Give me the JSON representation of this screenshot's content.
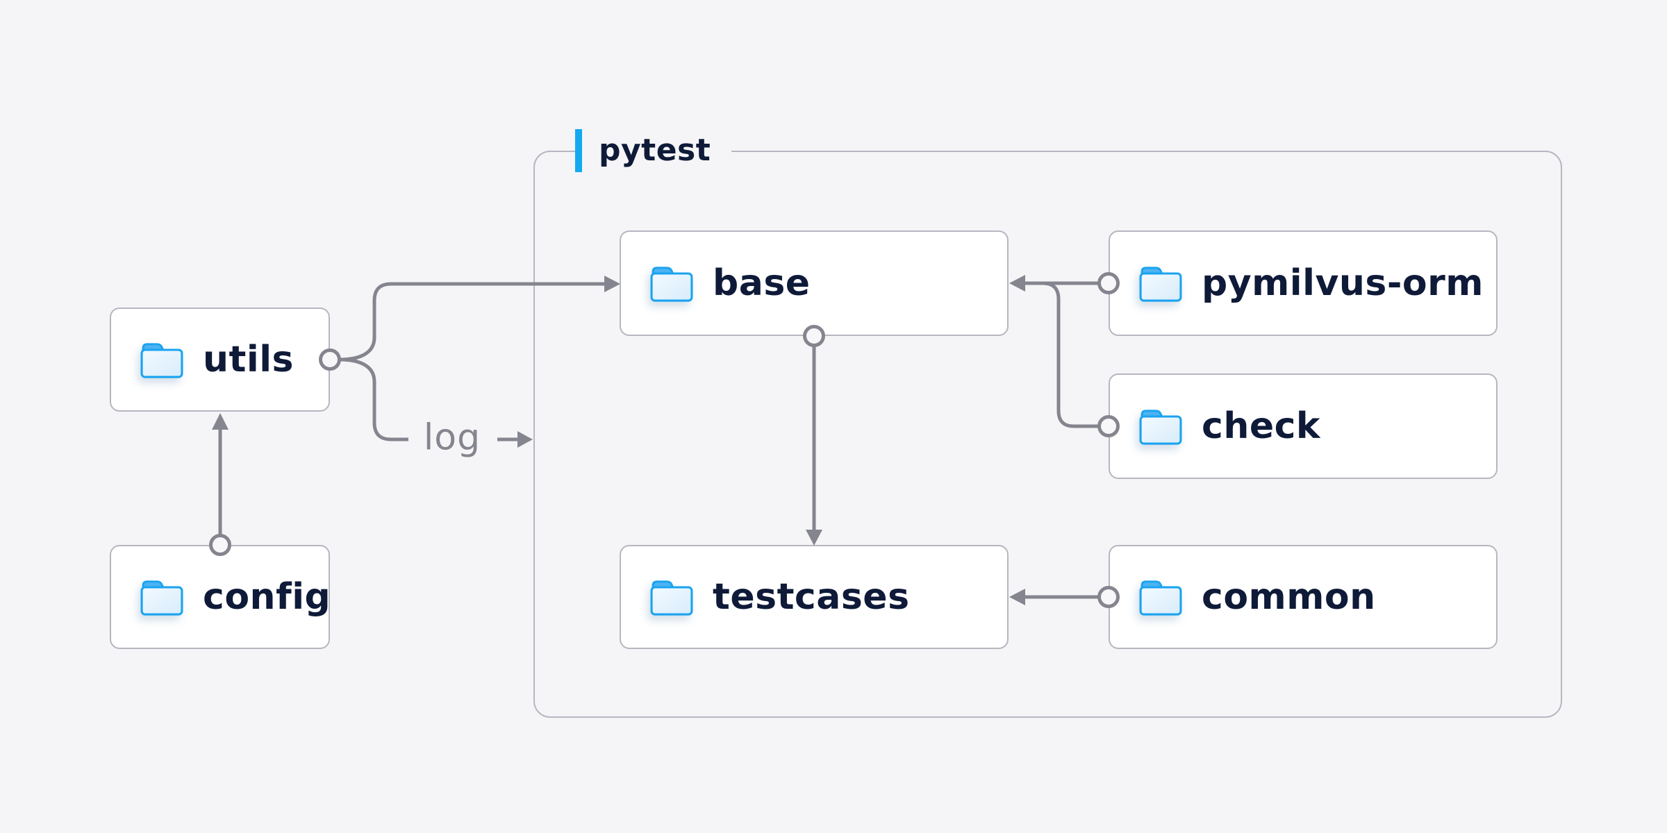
{
  "container": {
    "label": "pytest"
  },
  "nodes": {
    "utils": {
      "label": "utils",
      "icon": "folder-icon"
    },
    "config": {
      "label": "config",
      "icon": "folder-icon"
    },
    "base": {
      "label": "base",
      "icon": "folder-icon"
    },
    "pymilvus_orm": {
      "label": "pymilvus-orm",
      "icon": "folder-icon"
    },
    "check": {
      "label": "check",
      "icon": "folder-icon"
    },
    "testcases": {
      "label": "testcases",
      "icon": "folder-icon"
    },
    "common": {
      "label": "common",
      "icon": "folder-icon"
    }
  },
  "edges": [
    {
      "from": "utils",
      "to": "base"
    },
    {
      "from": "utils",
      "to": "pytest-container",
      "label": "log"
    },
    {
      "from": "config",
      "to": "utils"
    },
    {
      "from": "base",
      "to": "testcases"
    },
    {
      "from": "pymilvus-orm",
      "to": "base"
    },
    {
      "from": "check",
      "to": "base"
    },
    {
      "from": "common",
      "to": "testcases"
    }
  ],
  "edge_labels": {
    "log": "log"
  },
  "colors": {
    "background": "#f5f5f7",
    "node_bg": "#ffffff",
    "node_border": "#b6b6c1",
    "container_border": "#b6b6c1",
    "edge": "#85858f",
    "edge_label": "#85858f",
    "text": "#0e1a38",
    "accent_bar": "#14a9f1",
    "port_fill": "#f7f7f9",
    "folder_stroke": "#1aa3ef",
    "folder_tab": "#4cb3f3",
    "folder_body_light": "#f3faff",
    "folder_body_dark": "#d8ecfb"
  }
}
